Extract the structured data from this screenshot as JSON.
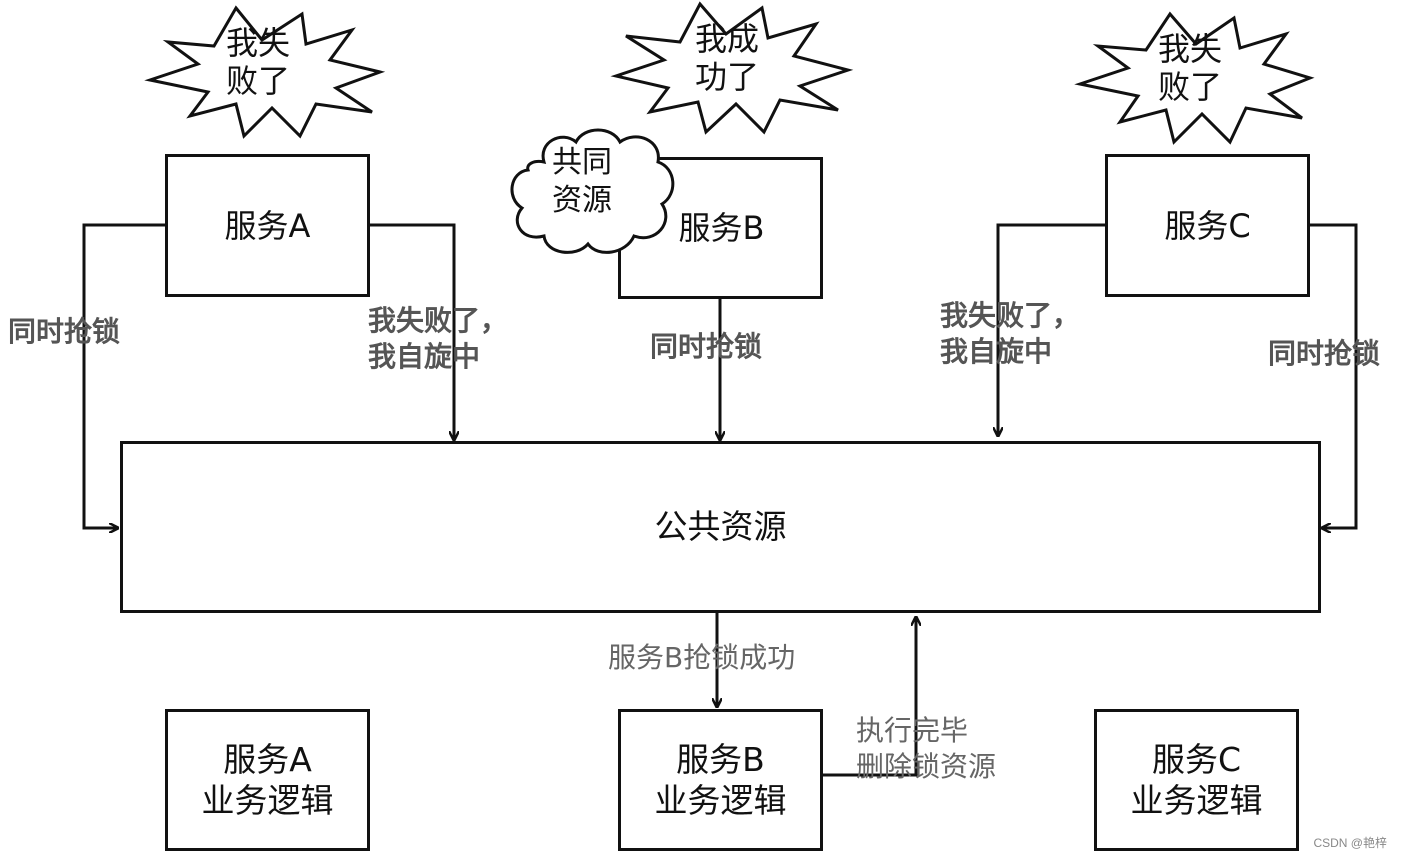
{
  "services": {
    "a": {
      "label": "服务A"
    },
    "b": {
      "label": "服务B"
    },
    "c": {
      "label": "服务C"
    }
  },
  "shared_resource": {
    "label": "公共资源"
  },
  "bursts": {
    "a": {
      "line1": "我失",
      "line2": "败了"
    },
    "b": {
      "line1": "我成",
      "line2": "功了"
    },
    "c": {
      "line1": "我失",
      "line2": "败了"
    }
  },
  "cloud": {
    "line1": "共同",
    "line2": "资源"
  },
  "edge_labels": {
    "a_left": "同时抢锁",
    "a_right_line1": "我失败了，",
    "a_right_line2": "我自旋中",
    "b_down": "同时抢锁",
    "c_left_line1": "我失败了，",
    "c_left_line2": "我自旋中",
    "c_right": "同时抢锁",
    "b_success": "服务B抢锁成功",
    "release_line1": "执行完毕",
    "release_line2": "删除锁资源"
  },
  "logic_boxes": {
    "a": {
      "line1": "服务A",
      "line2": "业务逻辑"
    },
    "b": {
      "line1": "服务B",
      "line2": "业务逻辑"
    },
    "c": {
      "line1": "服务C",
      "line2": "业务逻辑"
    }
  },
  "watermark": "CSDN @艳梓"
}
